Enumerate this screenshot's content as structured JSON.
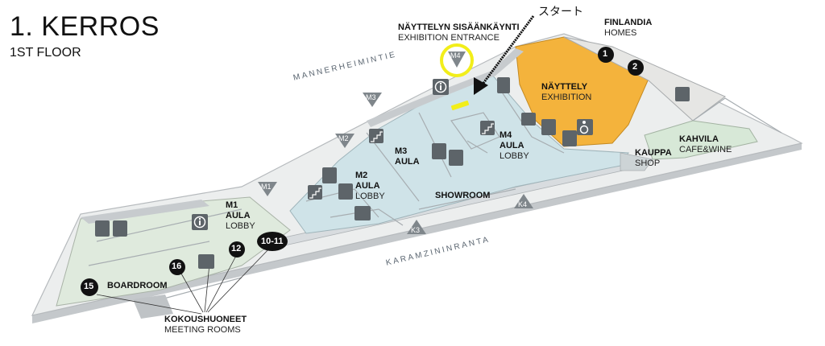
{
  "header": {
    "title": "1. KERROS",
    "subtitle": "1ST FLOOR"
  },
  "annotation": {
    "text": "スタート"
  },
  "areas": {
    "exhibition_entrance": {
      "fi": "NÄYTTELYN SISÄÄNKÄYNTI",
      "en": "EXHIBITION ENTRANCE"
    },
    "finlandia_homes": {
      "fi": "FINLANDIA",
      "en": "HOMES"
    },
    "exhibition": {
      "fi": "NÄYTTELY",
      "en": "EXHIBITION"
    },
    "kahvila": {
      "fi": "KAHVILA",
      "en": "CAFE&WINE"
    },
    "kauppa": {
      "fi": "KAUPPA",
      "en": "SHOP"
    },
    "m4_aula": {
      "code": "M4",
      "fi": "AULA",
      "en": "LOBBY"
    },
    "m3_aula": {
      "code": "M3",
      "fi": "AULA"
    },
    "m2_aula": {
      "code": "M2",
      "fi": "AULA",
      "en": "LOBBY"
    },
    "m1_aula": {
      "code": "M1",
      "fi": "AULA",
      "en": "LOBBY"
    },
    "showroom": "SHOWROOM",
    "boardroom": "BOARDROOM",
    "meeting_rooms": {
      "fi": "KOKOUSHUONEET",
      "en": "MEETING ROOMS"
    }
  },
  "streets": {
    "north": "MANNERHEIMINTIE",
    "south": "KARAMZININRANTA"
  },
  "entrances": {
    "m4": "M4",
    "m3": "M3",
    "m2": "M2",
    "m1": "M1",
    "k3": "K3",
    "k4": "K4"
  },
  "room_numbers": {
    "r1": "1",
    "r2": "2",
    "r10_11": "10-11",
    "r12": "12",
    "r15": "15",
    "r16": "16"
  },
  "colors": {
    "lobby": "#cfe3e8",
    "exhibition": "#f4b33c",
    "green": "#d7e8d7",
    "floor": "#eceeee",
    "walls": "#b8bcbf",
    "highlight": "#f2ee1a",
    "marker": "#222222"
  },
  "icons": [
    "info-icon",
    "restroom-icon",
    "accessible-icon",
    "stairs-icon"
  ]
}
